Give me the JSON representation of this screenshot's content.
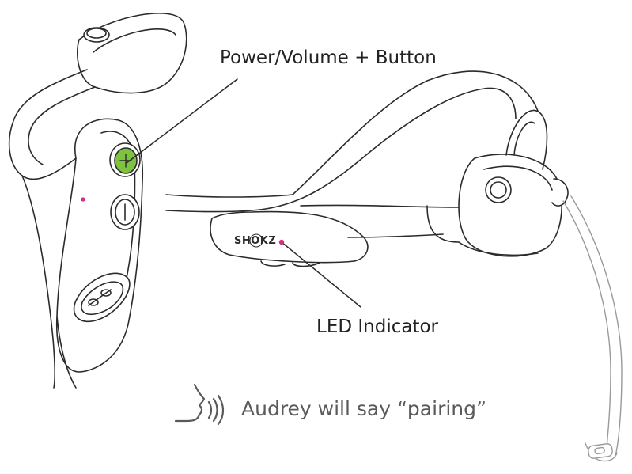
{
  "labels": {
    "power_button": "Power/Volume + Button",
    "led_indicator": "LED Indicator",
    "voice_prompt": "Audrey will say “pairing”"
  },
  "device": {
    "brand_logo": "SHOKZ"
  },
  "icons": {
    "voice": "speaking-head-icon"
  },
  "colors": {
    "outline": "#2b2b2b",
    "highlight_button": "#7ec242",
    "led": "#d0317a",
    "mic_boom": "#9a9a9a",
    "voice_text": "#5a5a5a"
  }
}
